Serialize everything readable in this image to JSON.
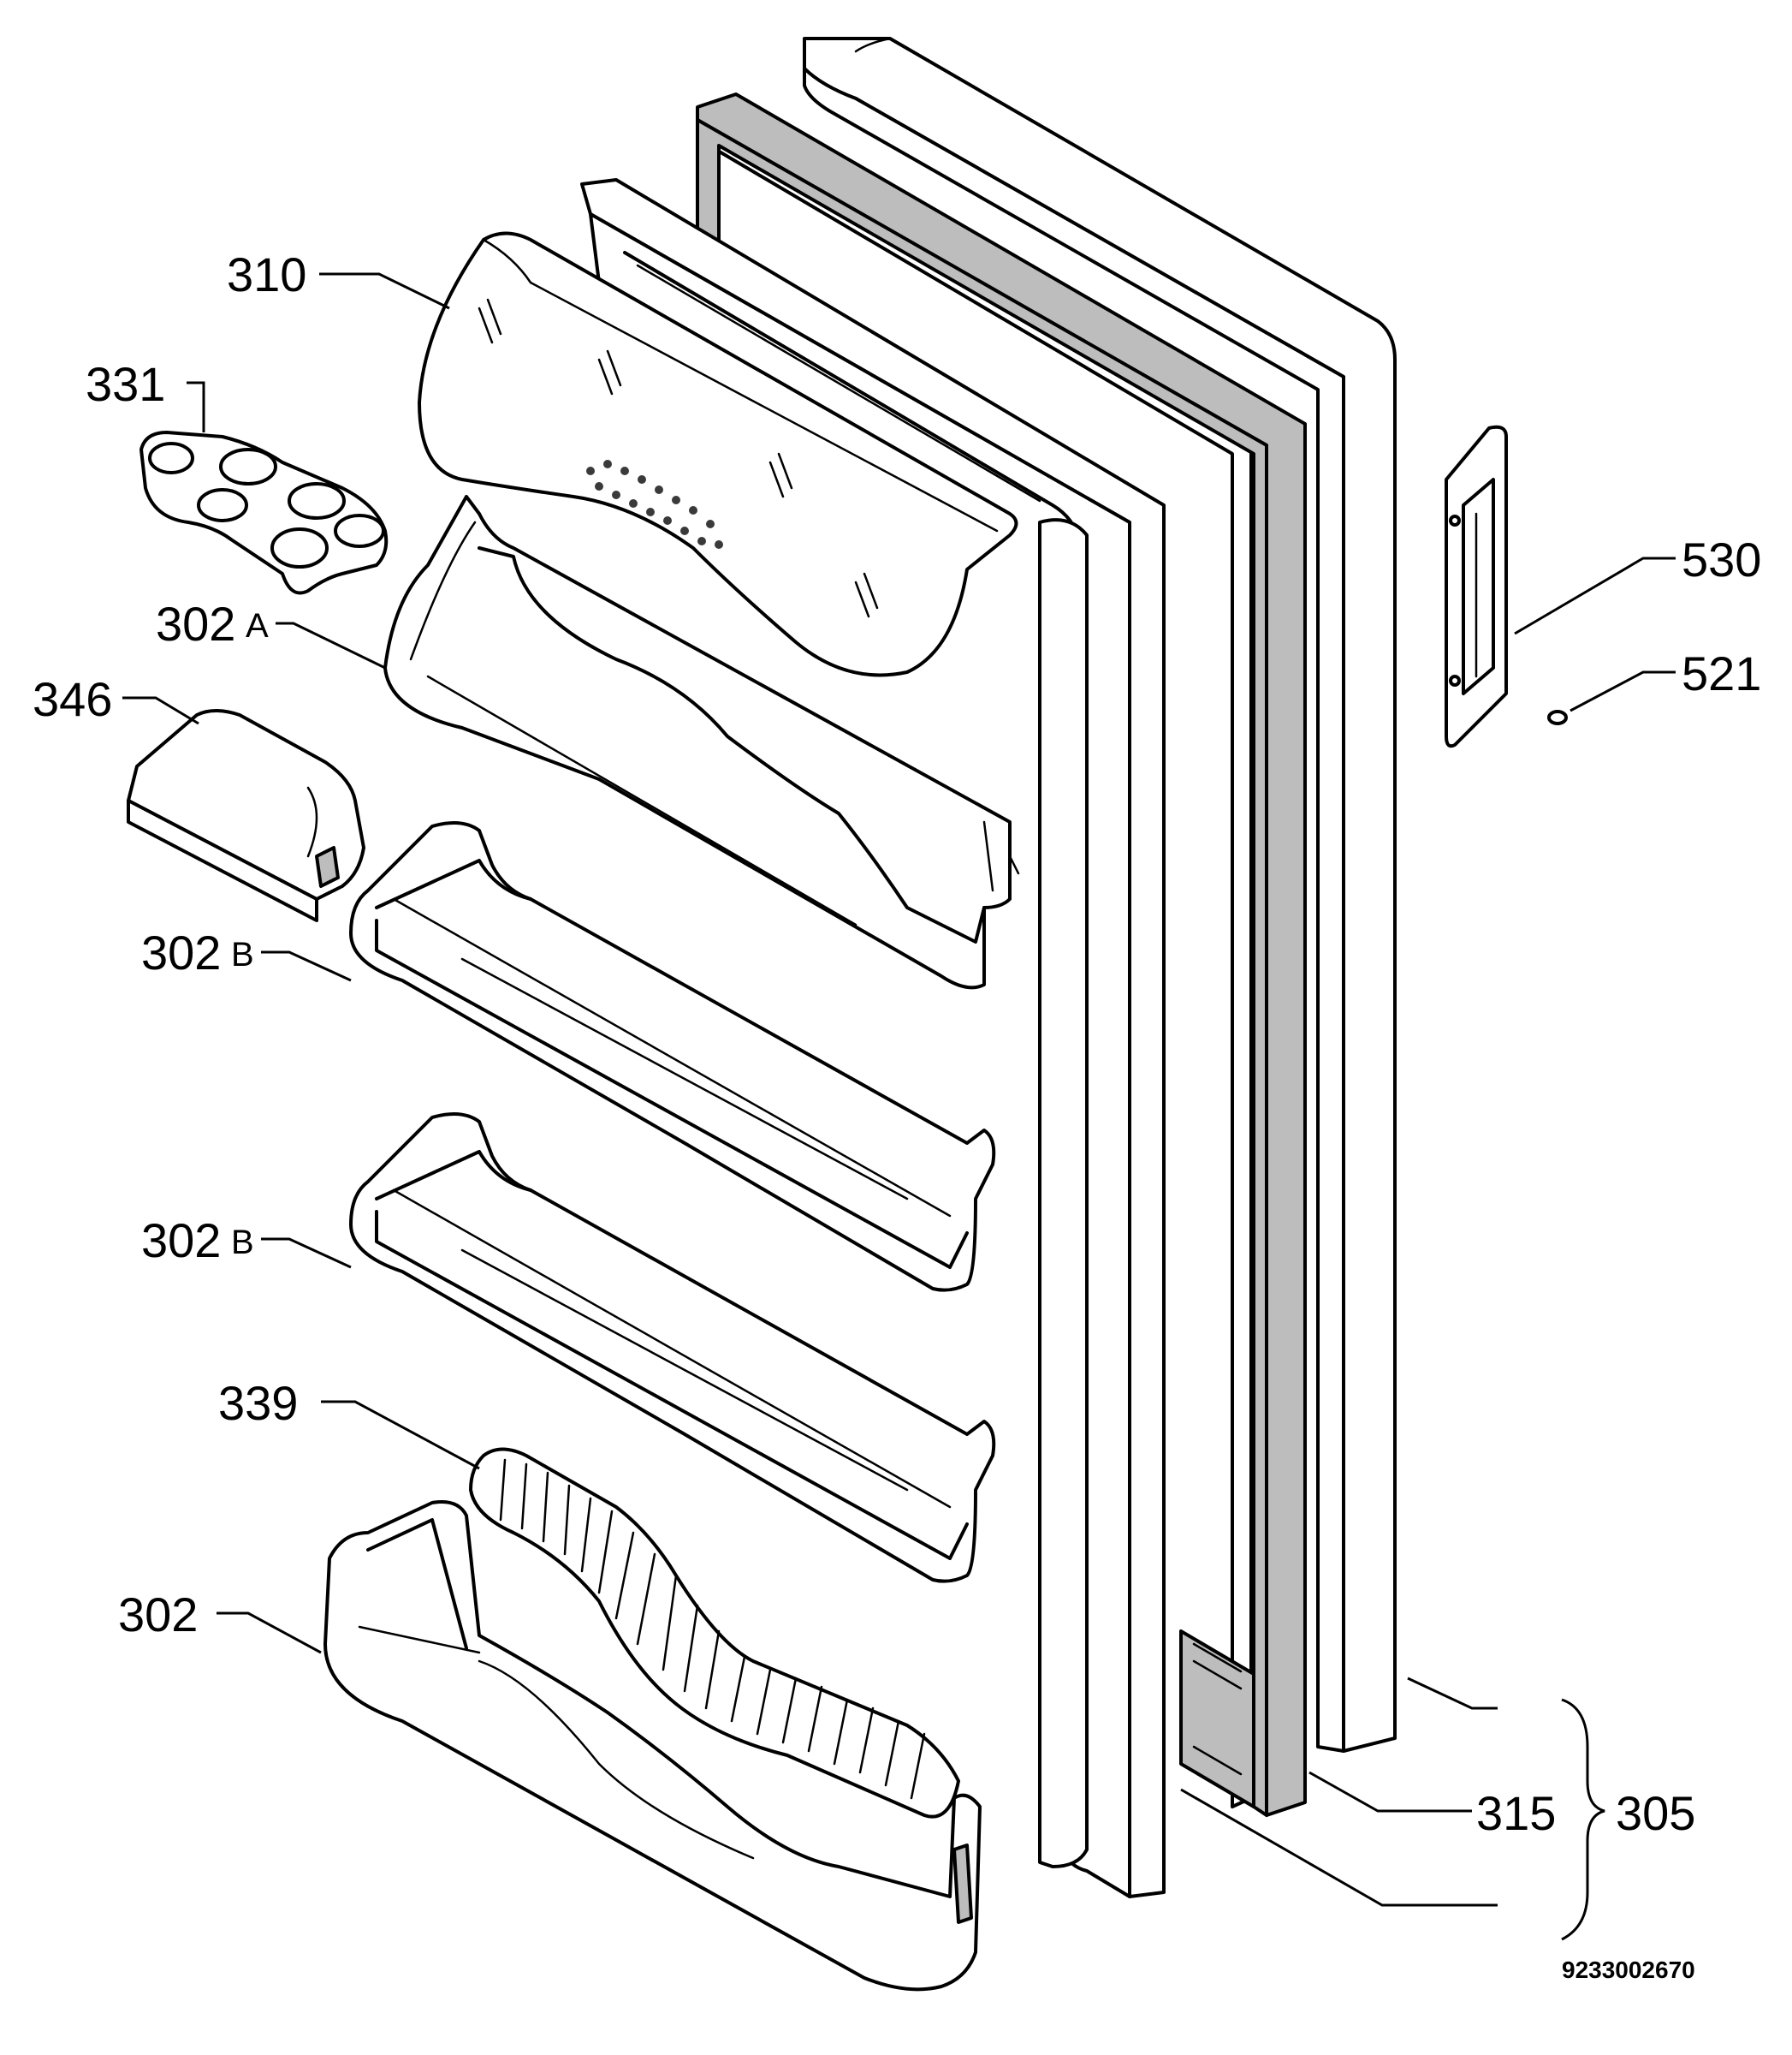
{
  "labels": {
    "l310": "310",
    "l331": "331",
    "l302A_num": "302",
    "l302A_suf": "A",
    "l346": "346",
    "l302B1_num": "302",
    "l302B1_suf": "B",
    "l302B2_num": "302",
    "l302B2_suf": "B",
    "l339": "339",
    "l302": "302",
    "l530": "530",
    "l521": "521",
    "l315": "315",
    "l305": "305"
  },
  "drawing_code": "9233002670",
  "colors": {
    "line": "#000000",
    "fill": "#ffffff",
    "shade": "#bdbdbd",
    "dark": "#3a3a3a"
  }
}
